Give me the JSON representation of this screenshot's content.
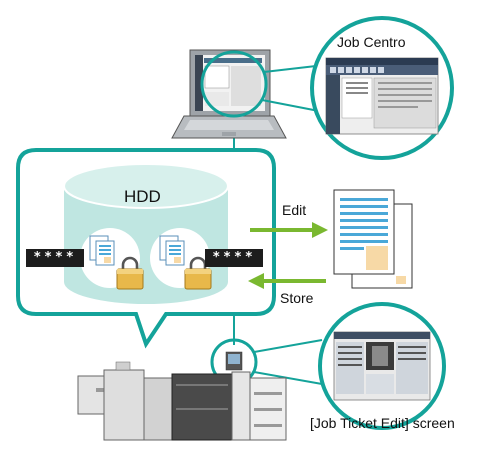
{
  "labels": {
    "job_centro": "Job Centro",
    "hdd": "HDD",
    "edit": "Edit",
    "store": "Store",
    "job_ticket": "[Job Ticket Edit] screen"
  },
  "password_masks": {
    "left": "****",
    "right": "****"
  },
  "colors": {
    "teal": "#14a39a",
    "cylinder_fill": "#bfe6e1",
    "arrow_green": "#7ab830",
    "doc_blue": "#4aa8d8",
    "doc_peach": "#f7d9a6",
    "lock_gold": "#e8b84a"
  }
}
